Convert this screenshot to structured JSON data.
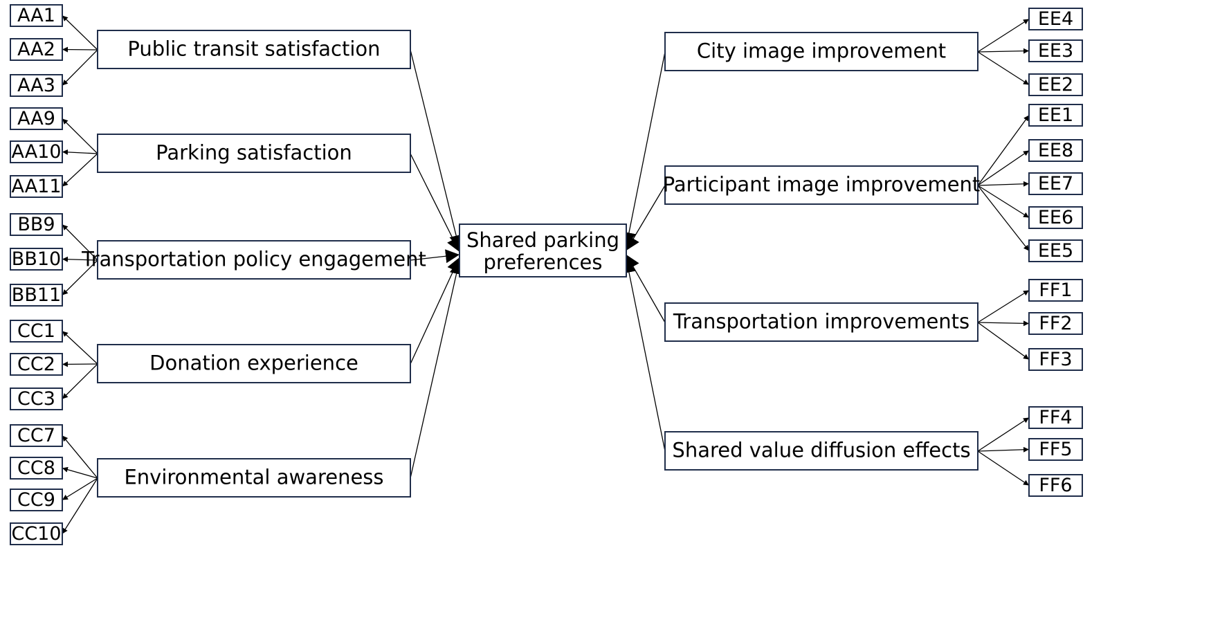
{
  "center": {
    "lines": [
      "Shared parking",
      "preferences"
    ]
  },
  "left_constructs": [
    {
      "label": "Public transit satisfaction",
      "items": [
        "AA1",
        "AA2",
        "AA3"
      ]
    },
    {
      "label": "Parking satisfaction",
      "items": [
        "AA9",
        "AA10",
        "AA11"
      ]
    },
    {
      "label": "Transportation policy engagement",
      "items": [
        "BB9",
        "BB10",
        "BB11"
      ]
    },
    {
      "label": "Donation experience",
      "items": [
        "CC1",
        "CC2",
        "CC3"
      ]
    },
    {
      "label": "Environmental awareness",
      "items": [
        "CC7",
        "CC8",
        "CC9",
        "CC10"
      ]
    }
  ],
  "right_constructs": [
    {
      "label": "City image improvement",
      "items": [
        "EE4",
        "EE3",
        "EE2"
      ]
    },
    {
      "label": "Participant image improvement",
      "items": [
        "EE1",
        "EE8",
        "EE7",
        "EE6",
        "EE5"
      ]
    },
    {
      "label": "Transportation improvements",
      "items": [
        "FF1",
        "FF2",
        "FF3"
      ]
    },
    {
      "label": "Shared value diffusion effects",
      "items": [
        "FF4",
        "FF5",
        "FF6"
      ]
    }
  ]
}
